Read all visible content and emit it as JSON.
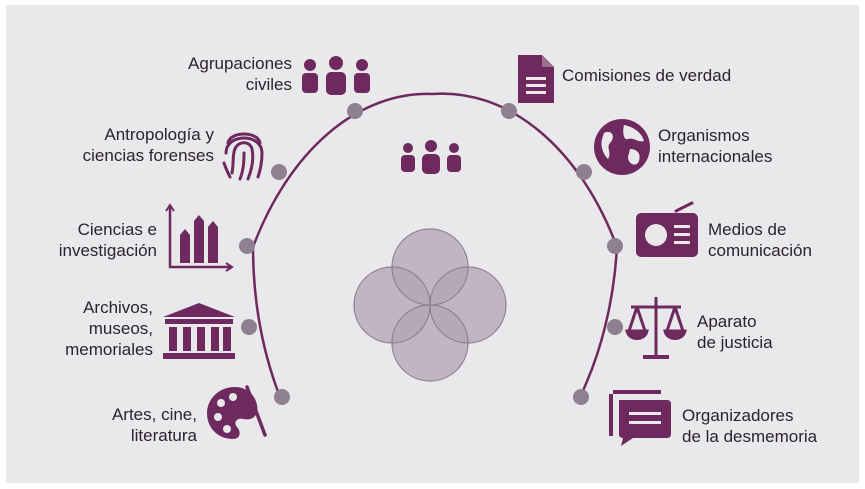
{
  "colors": {
    "background": "#e9e8ea",
    "purple": "#6e2a5e",
    "node": "#8f8091",
    "circle": "#8b7890",
    "text": "#2b2430"
  },
  "center": {
    "icon": "people-group-icon"
  },
  "left_items": [
    {
      "lines": [
        "Agrupaciones",
        "civiles"
      ],
      "icon": "people-group-icon"
    },
    {
      "lines": [
        "Antropología y",
        "ciencias forenses"
      ],
      "icon": "fingerprint-icon"
    },
    {
      "lines": [
        "Ciencias e",
        "investigación"
      ],
      "icon": "bar-chart-icon"
    },
    {
      "lines": [
        "Archivos,",
        "museos,",
        "memoriales"
      ],
      "icon": "museum-icon"
    },
    {
      "lines": [
        "Artes, cine,",
        "literatura"
      ],
      "icon": "palette-icon"
    }
  ],
  "right_items": [
    {
      "lines": [
        "Comisiones de verdad"
      ],
      "icon": "document-icon"
    },
    {
      "lines": [
        "Organismos",
        "internacionales"
      ],
      "icon": "globe-icon"
    },
    {
      "lines": [
        "Medios de",
        "comunicación"
      ],
      "icon": "radio-icon"
    },
    {
      "lines": [
        "Aparato",
        "de justicia"
      ],
      "icon": "scales-icon"
    },
    {
      "lines": [
        "Organizadores",
        "de la desmemoria"
      ],
      "icon": "chat-bubbles-icon"
    }
  ]
}
